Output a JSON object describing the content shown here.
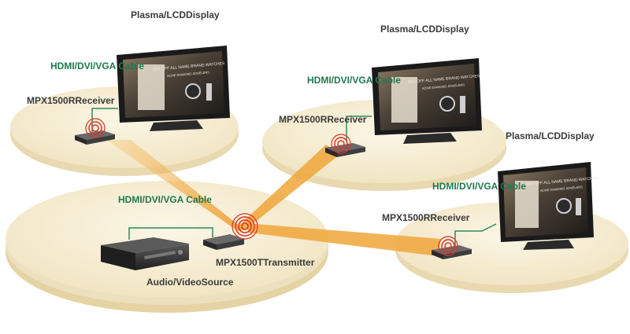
{
  "colors": {
    "platform_top": "#f5ecd3",
    "platform_edge": "#e6d6ad",
    "beam": "#f0a63a",
    "cable": "#2f8a5f",
    "cable_text": "#1c7a4e",
    "label_text": "#3a3a3a",
    "signal_rings": "#d8342a"
  },
  "displays": [
    {
      "title": [
        "Plasma/LCD",
        "Display"
      ],
      "screen_ad": {
        "headline": "50% OFF ALL NAME BRAND WATCHES",
        "subline": "ACME DIAMOND JEWELERS"
      }
    },
    {
      "title": [
        "Plasma/LCD",
        "Display"
      ],
      "screen_ad": {
        "headline": "50% OFF ALL NAME BRAND WATCHES",
        "subline": "ACME DIAMOND JEWELERS"
      }
    },
    {
      "title": [
        "Plasma/LCD",
        "Display"
      ],
      "screen_ad": {
        "headline": "50% OFF ALL NAME BRAND WATCHES",
        "subline": "ACME DIAMOND JEWELERS"
      }
    }
  ],
  "receivers": [
    {
      "model": "MPX1500R",
      "role": "Receiver",
      "cable": [
        "HDMI/DVI/",
        "VGA Cable"
      ]
    },
    {
      "model": "MPX1500R",
      "role": "Receiver",
      "cable": [
        "HDMI/DVI/",
        "VGA Cable"
      ]
    },
    {
      "model": "MPX1500R",
      "role": "Receiver",
      "cable": [
        "HDMI/DVI/",
        "VGA Cable"
      ]
    }
  ],
  "transmitter": {
    "model": "MPX1500T",
    "role": "Transmitter",
    "cable": [
      "HDMI/DVI/",
      "VGA Cable"
    ]
  },
  "source": {
    "label": [
      "Audio/Video",
      "Source"
    ]
  },
  "icons": [
    "display-icon",
    "receiver-icon",
    "transmitter-icon",
    "av-source-icon",
    "signal-rings-icon"
  ]
}
